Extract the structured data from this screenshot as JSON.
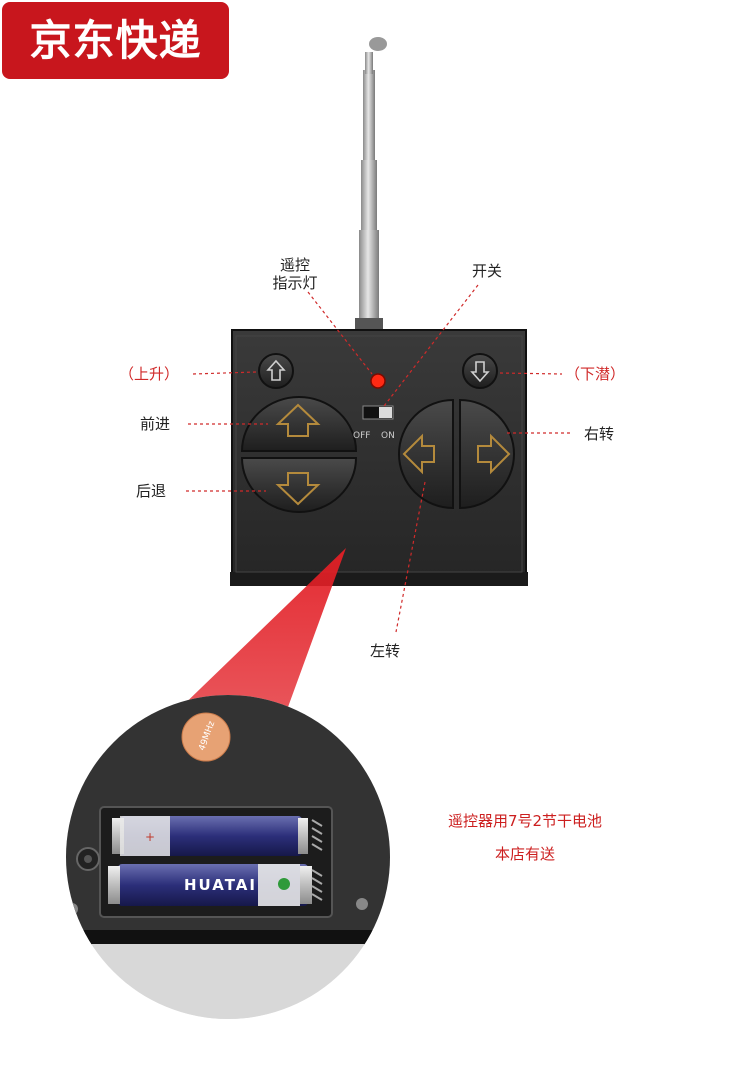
{
  "badge": {
    "text": "京东快递",
    "color": "#c8161d"
  },
  "labels": {
    "indicator_line1": "遥控",
    "indicator_line2": "指示灯",
    "power": "开关",
    "up": "（上升）",
    "down": "（下潜）",
    "forward": "前进",
    "backward": "后退",
    "right": "右转",
    "left": "左转",
    "switch_off": "OFF",
    "switch_on": "ON"
  },
  "battery": {
    "freq_sticker": "49MHz",
    "brand": "HUATAI",
    "note_line1": "遥控器用7号2节干电池",
    "note_line2": "本店有送"
  },
  "colors": {
    "accent_red": "#d02a2a",
    "body_dark": "#2b2b2b",
    "button_gold": "#b48a3c"
  }
}
